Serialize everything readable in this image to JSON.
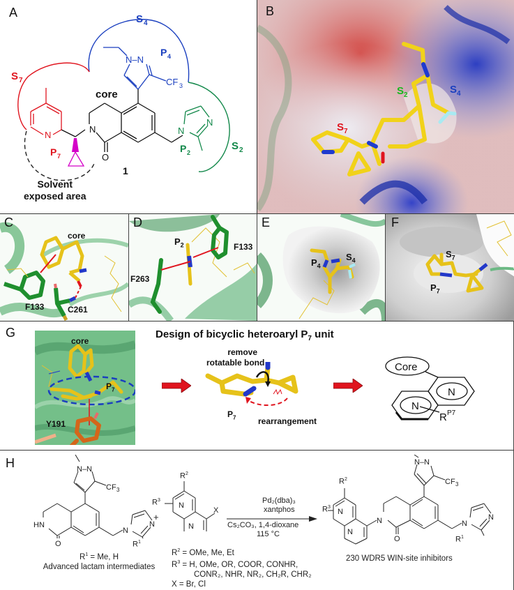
{
  "figure": {
    "panels": [
      {
        "id": "A",
        "letter": "A"
      },
      {
        "id": "B",
        "letter": "B"
      },
      {
        "id": "C",
        "letter": "C"
      },
      {
        "id": "D",
        "letter": "D"
      },
      {
        "id": "E",
        "letter": "E"
      },
      {
        "id": "F",
        "letter": "F"
      },
      {
        "id": "G",
        "letter": "G"
      },
      {
        "id": "H",
        "letter": "H"
      }
    ]
  },
  "panelA": {
    "letter": "A",
    "subpockets": {
      "S4": "S",
      "S4_sub": "4",
      "S7": "S",
      "S7_sub": "7",
      "S2": "S",
      "S2_sub": "2"
    },
    "pharmacophores": {
      "P4": "P",
      "P4_sub": "4",
      "P7": "P",
      "P7_sub": "7",
      "P2": "P",
      "P2_sub": "2"
    },
    "core_label": "core",
    "compound_number": "1",
    "cf3_label": "CF",
    "cf3_sub": "3",
    "solvent_label_line1": "Solvent",
    "solvent_label_line2": "exposed area",
    "atoms": {
      "N": "N",
      "O": "O"
    },
    "colors": {
      "S4": "#1a3fbf",
      "S7": "#e0141e",
      "S2": "#12884a",
      "cyclopropyl": "#d400c8",
      "core": "#111111"
    }
  },
  "panelB": {
    "letter": "B",
    "labels": {
      "S2": "S",
      "S2_sub": "2",
      "S4": "S",
      "S4_sub": "4",
      "S7": "S",
      "S7_sub": "7"
    },
    "colors": {
      "S2": "#19b81e",
      "S4": "#1a3fbf",
      "S7": "#e0141e",
      "ligand": "#f1d21a"
    }
  },
  "panelC": {
    "letter": "C",
    "labels": {
      "core": "core",
      "F133": "F133",
      "C261": "C261"
    }
  },
  "panelD": {
    "letter": "D",
    "labels": {
      "P2": "P",
      "P2_sub": "2",
      "F133": "F133",
      "F263": "F263"
    }
  },
  "panelE": {
    "letter": "E",
    "labels": {
      "P4": "P",
      "P4_sub": "4",
      "S4": "S",
      "S4_sub": "4"
    }
  },
  "panelF": {
    "letter": "F",
    "labels": {
      "S7": "S",
      "S7_sub": "7",
      "P7": "P",
      "P7_sub": "7"
    }
  },
  "panelG": {
    "letter": "G",
    "title": "Design of bicyclic heteroaryl P",
    "title_sub": "7",
    "title_end": " unit",
    "inset_labels": {
      "core": "core",
      "P7": "P",
      "P7_sub": "7",
      "Y191": "Y191"
    },
    "middle_labels": {
      "remove_line1": "remove",
      "remove_line2": "rotatable bond",
      "P7": "P",
      "P7_sub": "7",
      "rearrangement": "rearrangement"
    },
    "scaffold_labels": {
      "core": "Core",
      "N1": "N",
      "N2": "N",
      "R": "R",
      "R_sup": "P7"
    },
    "arrow_color": "#e0141e"
  },
  "panelH": {
    "letter": "H",
    "reactant1": {
      "caption_line1_prefix": "R",
      "caption_line1_sup": "1",
      "caption_line1_rest": " = Me, H",
      "caption_line2": "Advanced lactam intermediates",
      "atoms": {
        "HN": "HN",
        "O": "O",
        "N": "N",
        "NN": "N–N",
        "CF3": "CF",
        "CF3_sub": "3",
        "R1": "R",
        "R1_sup": "1"
      }
    },
    "plus": "+",
    "reactant2": {
      "atoms": {
        "R2": "R",
        "R2_sup": "2",
        "R3": "R",
        "R3_sup": "3",
        "N": "N",
        "X": "X"
      },
      "defs": [
        {
          "prefix": "R",
          "sup": "2",
          "text": " = OMe, Me, Et"
        },
        {
          "prefix": "R",
          "sup": "3",
          "text": " = H, OMe, OR, COOR, CONHR,"
        },
        {
          "prefix": "",
          "sup": "",
          "text": "CONR₂, NHR, NR₂, CH₂R, CHR₂"
        },
        {
          "prefix": "X",
          "sup": "",
          "text": "  = Br, Cl"
        }
      ]
    },
    "conditions": {
      "above1": "Pd₂(dba)₃",
      "above2": "xantphos",
      "below1": "Cs₂CO₃, 1,4-dioxane",
      "below2": "115 °C"
    },
    "product": {
      "caption": "230 WDR5 WIN-site inhibitors",
      "atoms": {
        "R2": "R",
        "R2_sup": "2",
        "R3": "R",
        "R3_sup": "3",
        "N": "N",
        "O": "O",
        "NN": "N–N",
        "CF3": "CF",
        "CF3_sub": "3",
        "R1": "R",
        "R1_sup": "1"
      }
    }
  }
}
